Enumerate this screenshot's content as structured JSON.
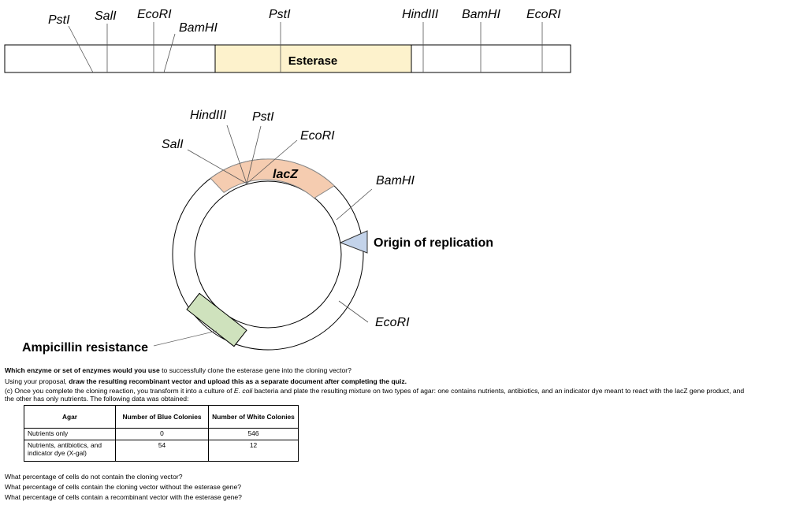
{
  "linear_map": {
    "enzymes": [
      "PstI",
      "SalI",
      "EcoRI",
      "BamHI",
      "PstI",
      "HindIII",
      "BamHI",
      "EcoRI"
    ],
    "insert_label": "Esterase"
  },
  "plasmid": {
    "enzymes": [
      "HindIII",
      "PstI",
      "SalI",
      "EcoRI",
      "BamHI",
      "EcoRI"
    ],
    "lacz_label": "lacZ",
    "origin_label": "Origin of replication",
    "amp_label": "Ampicillin resistance"
  },
  "question": {
    "line1_bold": "Which enzyme or set of enzymes would you use",
    "line1_rest": " to successfully clone the esterase gene into the cloning vector?",
    "line2_start": "Using your proposal, ",
    "line2_bold": "draw the resulting recombinant vector and upload this as a separate document after completing the quiz.",
    "line3a": "(c) Once you complete the cloning reaction, you transform it into a culture of ",
    "line3_italic": "E. coli",
    "line3b": " bacteria and plate the resulting mixture on two types of agar: one contains nutrients, antibiotics, and an indicator dye meant to react with the lacZ gene product, and",
    "line4": "the other has only nutrients. The following data was obtained:"
  },
  "table": {
    "headers": [
      "Agar",
      "Number of Blue Colonies",
      "Number of White Colonies"
    ],
    "rows": [
      {
        "agar": "Nutrients only",
        "blue": "0",
        "white": "546"
      },
      {
        "agar": "Nutrients, antibiotics, and indicator dye (X-gal)",
        "blue": "54",
        "white": "12"
      }
    ]
  },
  "followups": [
    "What percentage of cells do not contain the cloning vector?",
    "What percentage of cells contain the cloning vector without the esterase gene?",
    "What percentage of  cells contain a recombinant vector with the esterase gene?"
  ],
  "colors": {
    "insert_fill": "#fdf2cc",
    "lacz_fill": "#f5ccb0",
    "origin_fill": "#c3d3ea",
    "amp_fill": "#cfe2bd"
  }
}
